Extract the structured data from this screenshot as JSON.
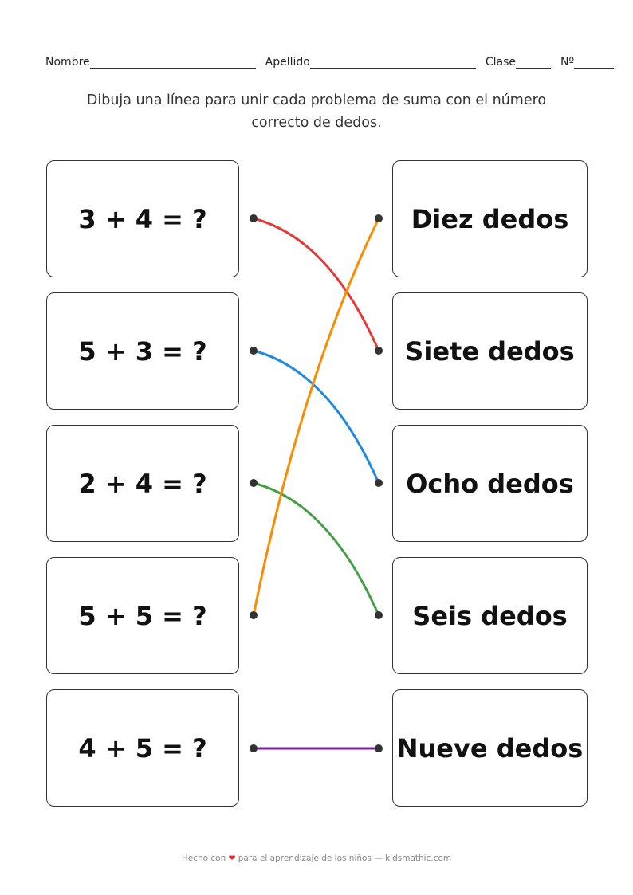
{
  "header": {
    "nombre": "Nombre",
    "apellido": "Apellido",
    "clase": "Clase",
    "numero": "Nº"
  },
  "instructions": "Dibuja una línea para unir cada problema de suma con el número correcto de dedos.",
  "problems": [
    "3 + 4 = ?",
    "5 + 3 = ?",
    "2 + 4 = ?",
    "5 + 5 = ?",
    "4 + 5 = ?"
  ],
  "answers": [
    "Diez dedos",
    "Siete dedos",
    "Ocho dedos",
    "Seis dedos",
    "Nueve dedos"
  ],
  "connections": [
    {
      "from": 0,
      "to": 1,
      "color": "#e53935"
    },
    {
      "from": 1,
      "to": 2,
      "color": "#1e88e5"
    },
    {
      "from": 2,
      "to": 3,
      "color": "#43a047"
    },
    {
      "from": 3,
      "to": 0,
      "color": "#fb8c00"
    },
    {
      "from": 4,
      "to": 4,
      "color": "#7b1fa2"
    }
  ],
  "footer": {
    "prefix": "Hecho con",
    "heart_icon": "heart-icon",
    "suffix": "para el aprendizaje de los niños — kidsmathic.com"
  }
}
